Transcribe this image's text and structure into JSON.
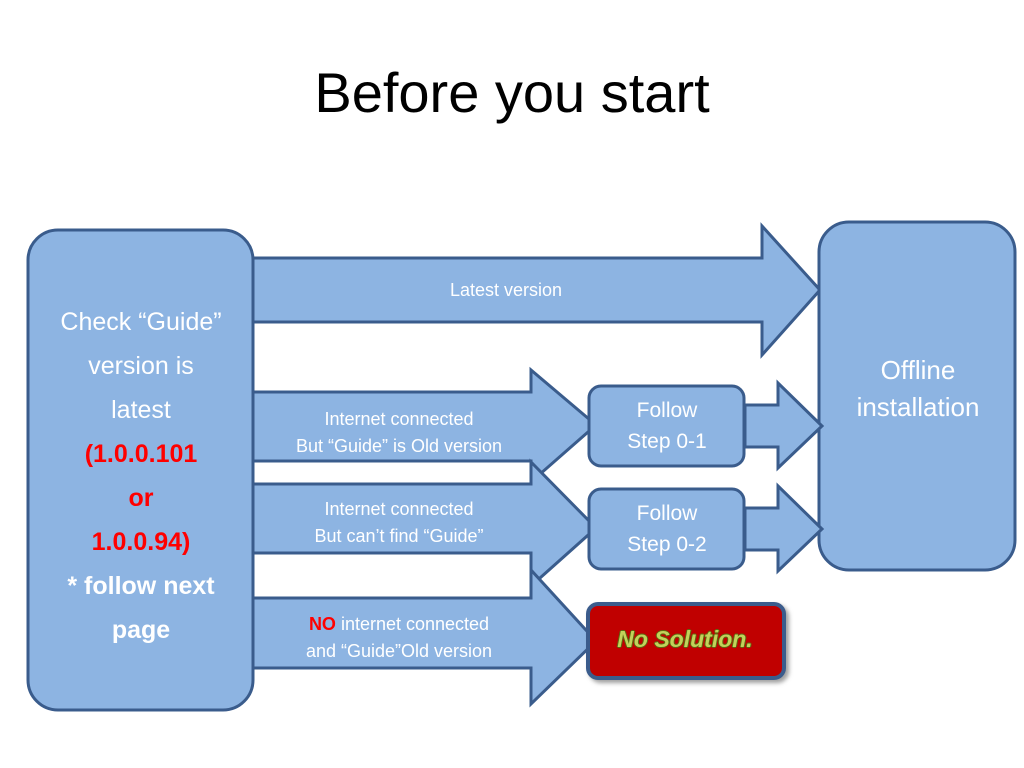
{
  "slide": {
    "title": "Before you start",
    "background": "#ffffff"
  },
  "palette": {
    "shape_fill": "#8db4e2",
    "shape_border": "#3a5c8c",
    "shape_text": "#ffffff",
    "accent_red": "#ff0000",
    "no_solution_fill": "#c00000",
    "no_solution_text": "#c2d25b",
    "title_text": "#000000"
  },
  "nodes": {
    "start_box": {
      "name": "check-guide-version-box",
      "line1": "Check “Guide”",
      "line2": "version is",
      "line3": "latest",
      "line4": "(1.0.0.101",
      "line5": "or",
      "line6": "1.0.0.94)",
      "line7": "* follow next",
      "line8": "page"
    },
    "offline_box": {
      "name": "offline-installation-box",
      "line1": "Offline",
      "line2": "installation"
    },
    "step_0_1": {
      "name": "follow-step-0-1-box",
      "line1": "Follow",
      "line2": "Step 0-1"
    },
    "step_0_2": {
      "name": "follow-step-0-2-box",
      "line1": "Follow",
      "line2": "Step 0-2"
    },
    "no_solution": {
      "name": "no-solution-box",
      "label": "No Solution."
    }
  },
  "arrows": [
    {
      "name": "arrow-latest-version",
      "line1": "Latest version",
      "line2": ""
    },
    {
      "name": "arrow-guide-old-version",
      "line1": "Internet connected",
      "line2": "But “Guide” is Old version"
    },
    {
      "name": "arrow-cannot-find-guide",
      "line1": "Internet connected",
      "line2": "But can’t find  “Guide”"
    },
    {
      "name": "arrow-no-internet",
      "line1_prefix": "NO",
      "line1_rest": " internet connected",
      "line2": "and “Guide”Old version"
    }
  ]
}
